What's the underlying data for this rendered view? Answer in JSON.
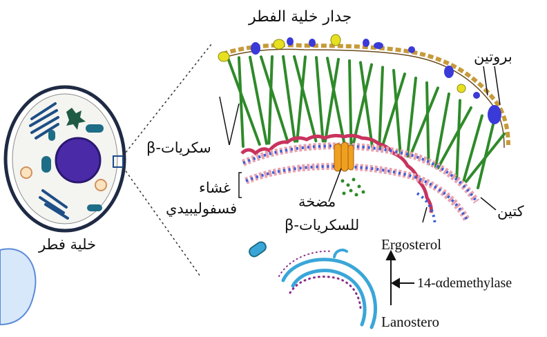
{
  "labels": {
    "fungal_cell_wall": "جدار خلية الفطر",
    "protein": "بروتين",
    "beta_glucans": "سكريات-β",
    "membrane_line1": "غشاء",
    "membrane_line2": "فسفوليبيدي",
    "fungal_cell": "خلية فطر",
    "pump_line1": "مضخة",
    "pump_line2": "للسكريات-β",
    "chitin": "كتين",
    "ergosterol": "Ergosterol",
    "enzyme": "14-αdemethylase",
    "lanosterol": "Lanostero"
  },
  "colors": {
    "cell_membrane": "#1f2a44",
    "nucleus": "#4b2aa8",
    "organelle_teal": "#1d6d86",
    "glucan_green": "#2f8a2a",
    "chitin_pink": "#c8345e",
    "lipid_blue": "#3b5fd6",
    "lipid_pink": "#e8a2b0",
    "pump_orange": "#f0a020",
    "protein_purple": "#3a3ad8",
    "protein_yellow": "#e6e020",
    "er_blue": "#3aa6d8",
    "er_purple": "#8a2a8a",
    "bubble_fill": "#d8e8fb",
    "bubble_stroke": "#5a8ad6"
  }
}
